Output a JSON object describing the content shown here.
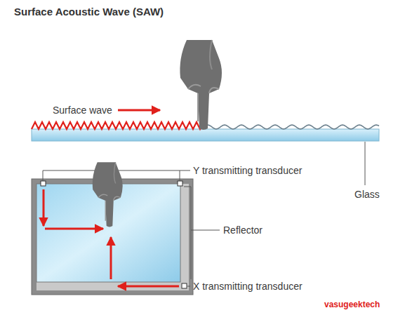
{
  "diagram": {
    "title": "Surface Acoustic Wave (SAW)",
    "labels": [
      "Surface wave",
      "Y transmitting transducer",
      "Glass",
      "Reflector",
      "X transmitting transducer",
      "vasugeektech"
    ]
  }
}
